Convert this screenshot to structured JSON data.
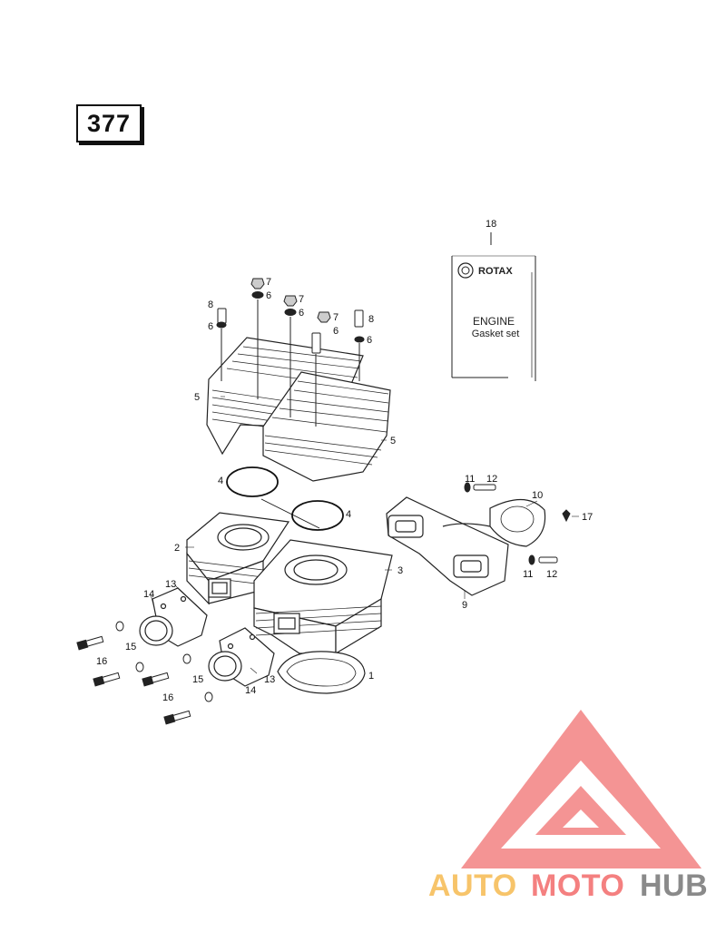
{
  "page_number": "377",
  "kit": {
    "brand": "ROTAX",
    "title": "ENGINE",
    "subtitle": "Gasket set"
  },
  "callouts": {
    "c1": "1",
    "c2": "2",
    "c3": "3",
    "c4a": "4",
    "c4b": "4",
    "c5a": "5",
    "c5b": "5",
    "c6a": "6",
    "c6b": "6",
    "c6c": "6",
    "c6d": "6",
    "c6e": "6",
    "c7a": "7",
    "c7b": "7",
    "c7c": "7",
    "c8a": "8",
    "c8b": "8",
    "c9": "9",
    "c10": "10",
    "c11a": "11",
    "c11b": "11",
    "c12a": "12",
    "c12b": "12",
    "c13a": "13",
    "c13b": "13",
    "c14a": "14",
    "c14b": "14",
    "c15a": "15",
    "c15b": "15",
    "c16a": "16",
    "c16b": "16",
    "c17": "17",
    "c18": "18"
  },
  "watermark": {
    "part1": "AUTO",
    "part2": "MOTO",
    "part3": "HUB",
    "color_auto": "#f7c46a",
    "color_moto": "#f48080",
    "color_hub": "#8a8a8a"
  }
}
